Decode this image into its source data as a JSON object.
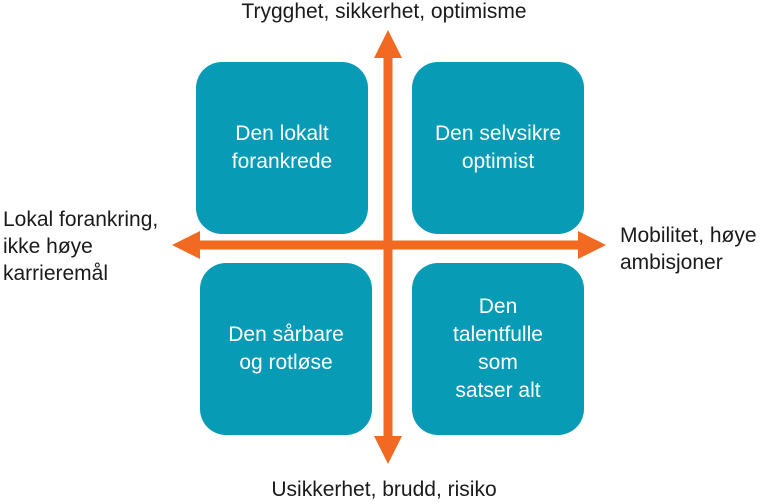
{
  "colors": {
    "quadrant_fill": "#079bb5",
    "arrow": "#f26a21",
    "label_text": "#1a1a1a",
    "quadrant_text": "#ffffff"
  },
  "axes": {
    "top": "Trygghet, sikkerhet, optimisme",
    "bottom": "Usikkerhet, brudd, risiko",
    "left": "Lokal forankring,\nikke høye\nkarrieremål",
    "right": "Mobilitet, høye\nambisjoner"
  },
  "quadrants": {
    "top_left": "Den lokalt\nforankrede",
    "top_right": "Den selvsikre\noptimist",
    "bottom_left": "Den sårbare\nog rotløse",
    "bottom_right": "Den\ntalentfulle\nsom\nsatser alt"
  }
}
